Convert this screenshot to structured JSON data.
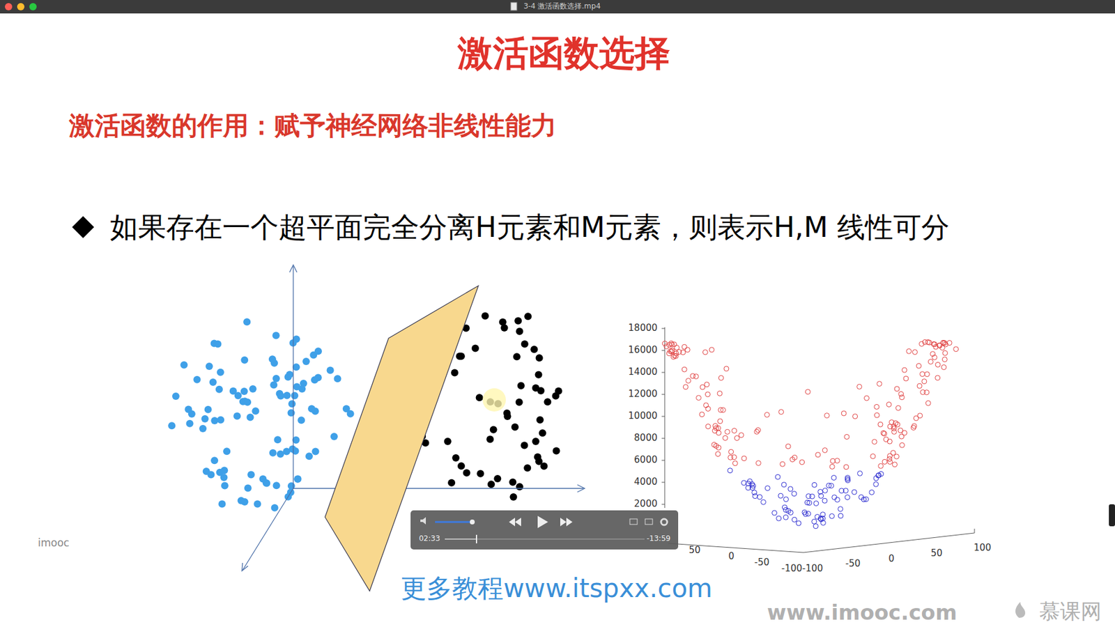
{
  "diagram": {
    "title": "激活函数选择",
    "labels": [
      "3-4 激活函数选择.mp4",
      "激活函数的作用：赋予神经网络非线性能力",
      "如果存在一个超平面完全分离H元素和M元素，则表示H,M 线性可分",
      "18000",
      "16000",
      "14000",
      "12000",
      "10000",
      "8000",
      "6000",
      "4000",
      "2000",
      "50",
      "0",
      "-50",
      "-100-100",
      "-50",
      "0",
      "50",
      "100",
      "imooc",
      "02:33",
      "-13:59",
      "更多教程www.itspxx.com",
      "www.imooc.com",
      "慕课网"
    ]
  }
}
